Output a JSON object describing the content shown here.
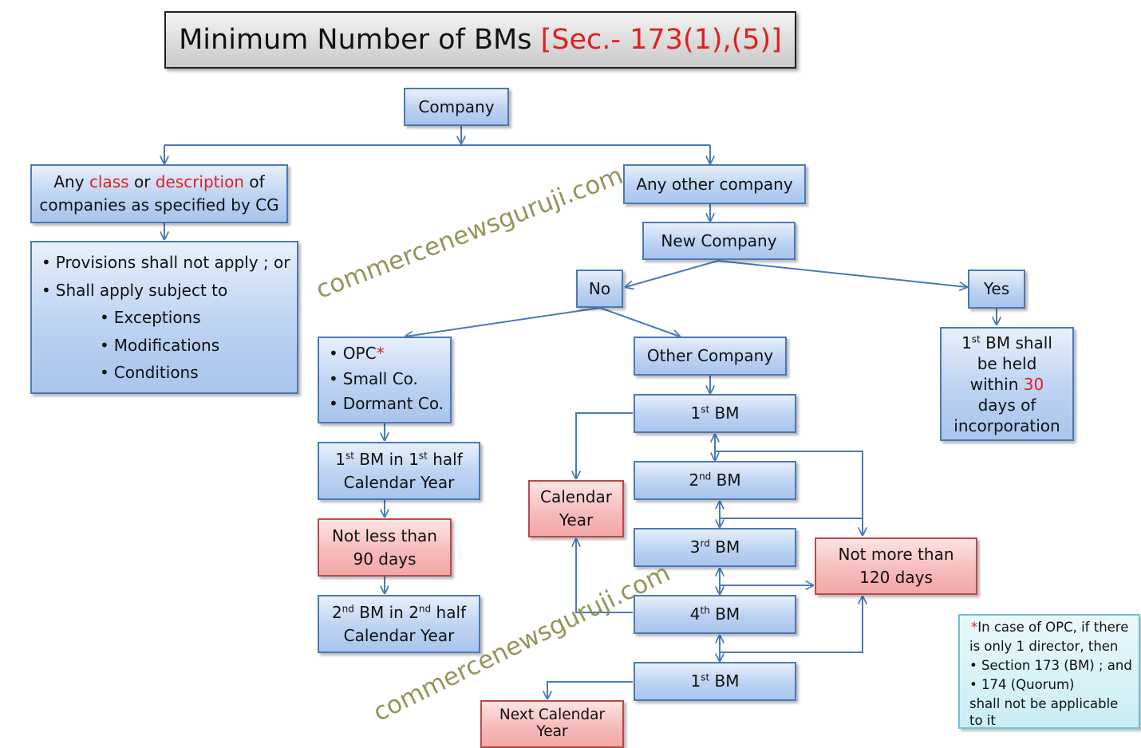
{
  "title": {
    "text": "Minimum Number of BMs ",
    "section": "[Sec.- 173(1),(5)]"
  },
  "nodes": {
    "company": "Company",
    "any_class": {
      "p1": "Any ",
      "class": "class",
      "p2": " or ",
      "description": "description",
      "p3": " of",
      "line2": "companies as specified by CG"
    },
    "provisions": {
      "items": [
        "Provisions shall not apply ; or",
        "Shall apply subject to"
      ],
      "subitems": [
        "Exceptions",
        "Modifications",
        "Conditions"
      ]
    },
    "any_other": "Any other company",
    "new_company": "New Company",
    "no": "No",
    "yes": "Yes",
    "opc_group": {
      "opc": "OPC",
      "star": "*",
      "small": "Small Co.",
      "dormant": "Dormant Co."
    },
    "first_bm_half": {
      "l1a": "1",
      "sup1": "st",
      "l1b": " BM in 1",
      "sup2": "st",
      "l1c": " half",
      "line2": "Calendar Year"
    },
    "not_less": {
      "line1": "Not less than",
      "line2": "90 days"
    },
    "second_bm_half": {
      "l1a": "2",
      "sup1": "nd",
      "l1b": " BM in 2",
      "sup2": "nd",
      "l1c": " half",
      "line2": "Calendar Year"
    },
    "other_company": "Other Company",
    "bm1": {
      "num": "1",
      "sup": "st",
      "label": " BM"
    },
    "bm2": {
      "num": "2",
      "sup": "nd",
      "label": " BM"
    },
    "bm3": {
      "num": "3",
      "sup": "rd",
      "label": " BM"
    },
    "bm4": {
      "num": "4",
      "sup": "th",
      "label": " BM"
    },
    "bm5": {
      "num": "1",
      "sup": "st",
      "label": " BM"
    },
    "calendar_year": {
      "line1": "Calendar",
      "line2": "Year"
    },
    "next_calendar_year": {
      "line1": "Next Calendar",
      "line2": "Year"
    },
    "not_more": {
      "line1": "Not more than",
      "line2": "120 days"
    },
    "first_bm_yes": {
      "num": "1",
      "sup": "st",
      "l1": " BM shall",
      "l2": "be held",
      "l3a": "within ",
      "days": "30",
      "l4": "days of",
      "l5": "incorporation"
    }
  },
  "note": {
    "star": "*",
    "line1": "In case of OPC, if there",
    "line2": "is only 1 director, then",
    "item1": "Section 173 (BM) ; and",
    "item2": "174 (Quorum)",
    "line3": "shall not be applicable",
    "line4": "to it"
  },
  "watermark": "commercenewsguruji.com",
  "colors": {
    "box_border": "#4a7ab8",
    "box_fill": "#bcd2f2",
    "red_box_fill": "#f6b9b9",
    "accent_red": "#e02020",
    "line": "#4a7ab8",
    "watermark": "#8a8a4a"
  }
}
